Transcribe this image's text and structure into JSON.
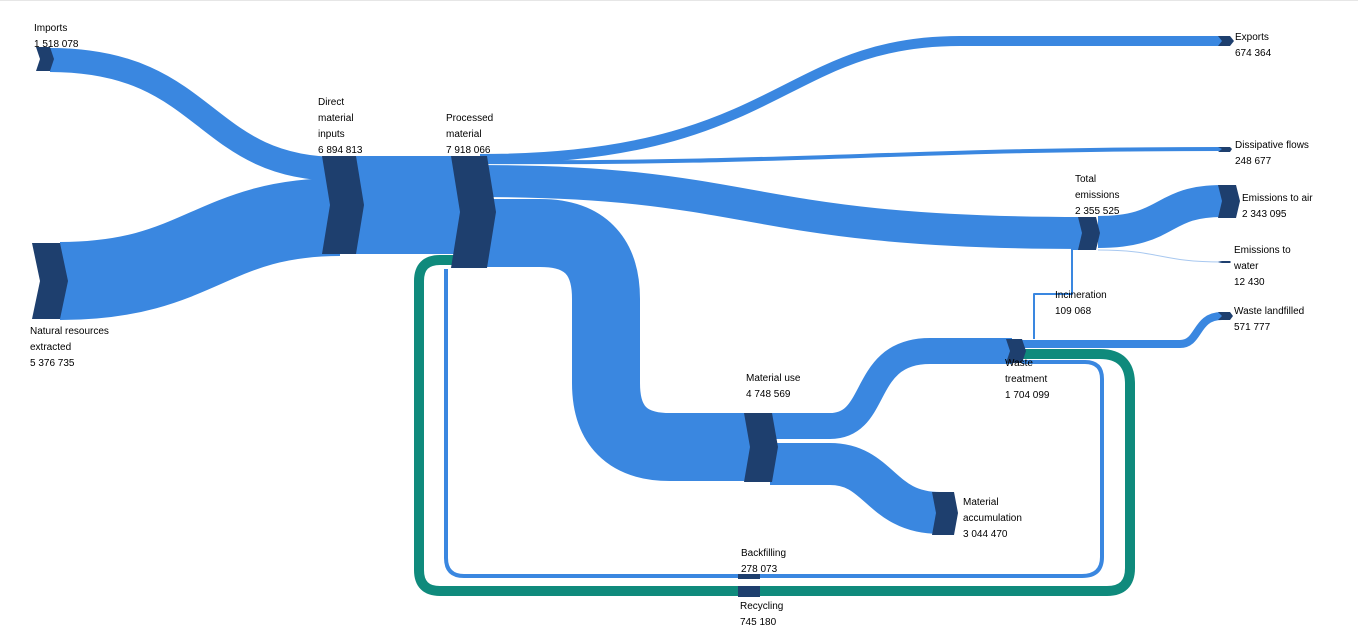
{
  "colors": {
    "flow": "#3a87e0",
    "node": "#1e3f6e",
    "loop": "#0f8a7c",
    "thin": "#a8c8f0"
  },
  "nodes": {
    "imports": {
      "name": "Imports",
      "value": "1 518 078"
    },
    "natural": {
      "name": "Natural resources extracted",
      "value": "5 376 735"
    },
    "direct": {
      "name": "Direct material inputs",
      "value": "6 894 813"
    },
    "processed": {
      "name": "Processed material",
      "value": "7 918 066"
    },
    "exports": {
      "name": "Exports",
      "value": "674 364"
    },
    "dissipative": {
      "name": "Dissipative flows",
      "value": "248 677"
    },
    "total_emissions": {
      "name": "Total emissions",
      "value": "2 355 525"
    },
    "emissions_air": {
      "name": "Emissions to air",
      "value": "2 343 095"
    },
    "emissions_water": {
      "name": "Emissions to water",
      "value": "12 430"
    },
    "incineration": {
      "name": "Incineration",
      "value": "109 068"
    },
    "waste_landfilled": {
      "name": "Waste landfilled",
      "value": "571 777"
    },
    "waste_treatment": {
      "name": "Waste treatment",
      "value": "1 704 099"
    },
    "material_use": {
      "name": "Material use",
      "value": "4 748 569"
    },
    "material_accumulation": {
      "name": "Material accumulation",
      "value": "3 044 470"
    },
    "backfilling": {
      "name": "Backfilling",
      "value": "278 073"
    },
    "recycling": {
      "name": "Recycling",
      "value": "745 180"
    }
  }
}
